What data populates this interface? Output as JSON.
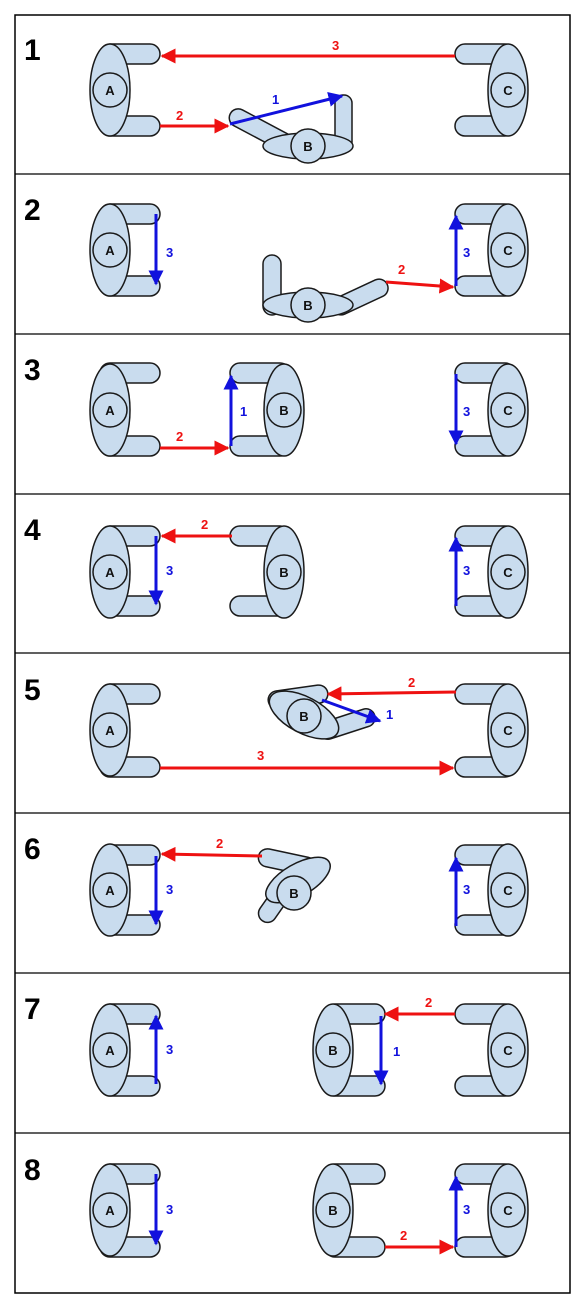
{
  "colors": {
    "fill": "#c9dcee",
    "outline": "#1a1a1a",
    "red": "#ee1111",
    "blue": "#1111dd"
  },
  "panels": [
    {
      "number": "1",
      "units": [
        {
          "label": "A",
          "pose": "open-right"
        },
        {
          "label": "B",
          "pose": "tilted-down"
        },
        {
          "label": "C",
          "pose": "open-left"
        }
      ],
      "arrows": [
        {
          "label": "3",
          "color": "red",
          "from": "C",
          "to": "A"
        },
        {
          "label": "2",
          "color": "red",
          "from": "A",
          "to": "B"
        },
        {
          "label": "1",
          "color": "blue",
          "from": "B",
          "to": "B"
        }
      ]
    },
    {
      "number": "2",
      "units": [
        {
          "label": "A",
          "pose": "open-right"
        },
        {
          "label": "B",
          "pose": "lying-down"
        },
        {
          "label": "C",
          "pose": "open-left"
        }
      ],
      "arrows": [
        {
          "label": "3",
          "color": "blue",
          "from": "A",
          "to": "A"
        },
        {
          "label": "2",
          "color": "red",
          "from": "B",
          "to": "C"
        },
        {
          "label": "3",
          "color": "blue",
          "from": "C",
          "to": "C"
        }
      ]
    },
    {
      "number": "3",
      "units": [
        {
          "label": "A",
          "pose": "open-right"
        },
        {
          "label": "B",
          "pose": "open-left"
        },
        {
          "label": "C",
          "pose": "open-left"
        }
      ],
      "arrows": [
        {
          "label": "2",
          "color": "red",
          "from": "A",
          "to": "B"
        },
        {
          "label": "1",
          "color": "blue",
          "from": "B",
          "to": "B"
        },
        {
          "label": "3",
          "color": "blue",
          "from": "C",
          "to": "C"
        }
      ]
    },
    {
      "number": "4",
      "units": [
        {
          "label": "A",
          "pose": "open-right"
        },
        {
          "label": "B",
          "pose": "open-left"
        },
        {
          "label": "C",
          "pose": "open-left"
        }
      ],
      "arrows": [
        {
          "label": "2",
          "color": "red",
          "from": "B",
          "to": "A"
        },
        {
          "label": "3",
          "color": "blue",
          "from": "A",
          "to": "A"
        },
        {
          "label": "3",
          "color": "blue",
          "from": "C",
          "to": "C"
        }
      ]
    },
    {
      "number": "5",
      "units": [
        {
          "label": "A",
          "pose": "open-right"
        },
        {
          "label": "B",
          "pose": "tumbling"
        },
        {
          "label": "C",
          "pose": "open-left"
        }
      ],
      "arrows": [
        {
          "label": "2",
          "color": "red",
          "from": "C",
          "to": "B"
        },
        {
          "label": "1",
          "color": "blue",
          "from": "B",
          "to": "B"
        },
        {
          "label": "3",
          "color": "red",
          "from": "A",
          "to": "C"
        }
      ]
    },
    {
      "number": "6",
      "units": [
        {
          "label": "A",
          "pose": "open-right"
        },
        {
          "label": "B",
          "pose": "tumbling"
        },
        {
          "label": "C",
          "pose": "open-left"
        }
      ],
      "arrows": [
        {
          "label": "2",
          "color": "red",
          "from": "B",
          "to": "A"
        },
        {
          "label": "3",
          "color": "blue",
          "from": "A",
          "to": "A"
        },
        {
          "label": "3",
          "color": "blue",
          "from": "C",
          "to": "C"
        }
      ]
    },
    {
      "number": "7",
      "units": [
        {
          "label": "A",
          "pose": "open-right"
        },
        {
          "label": "B",
          "pose": "open-right"
        },
        {
          "label": "C",
          "pose": "open-left"
        }
      ],
      "arrows": [
        {
          "label": "3",
          "color": "blue",
          "from": "A",
          "to": "A"
        },
        {
          "label": "2",
          "color": "red",
          "from": "C",
          "to": "B"
        },
        {
          "label": "1",
          "color": "blue",
          "from": "B",
          "to": "B"
        }
      ]
    },
    {
      "number": "8",
      "units": [
        {
          "label": "A",
          "pose": "open-right"
        },
        {
          "label": "B",
          "pose": "open-right"
        },
        {
          "label": "C",
          "pose": "open-left"
        }
      ],
      "arrows": [
        {
          "label": "3",
          "color": "blue",
          "from": "A",
          "to": "A"
        },
        {
          "label": "2",
          "color": "red",
          "from": "B",
          "to": "C"
        },
        {
          "label": "3",
          "color": "blue",
          "from": "C",
          "to": "C"
        }
      ]
    }
  ]
}
